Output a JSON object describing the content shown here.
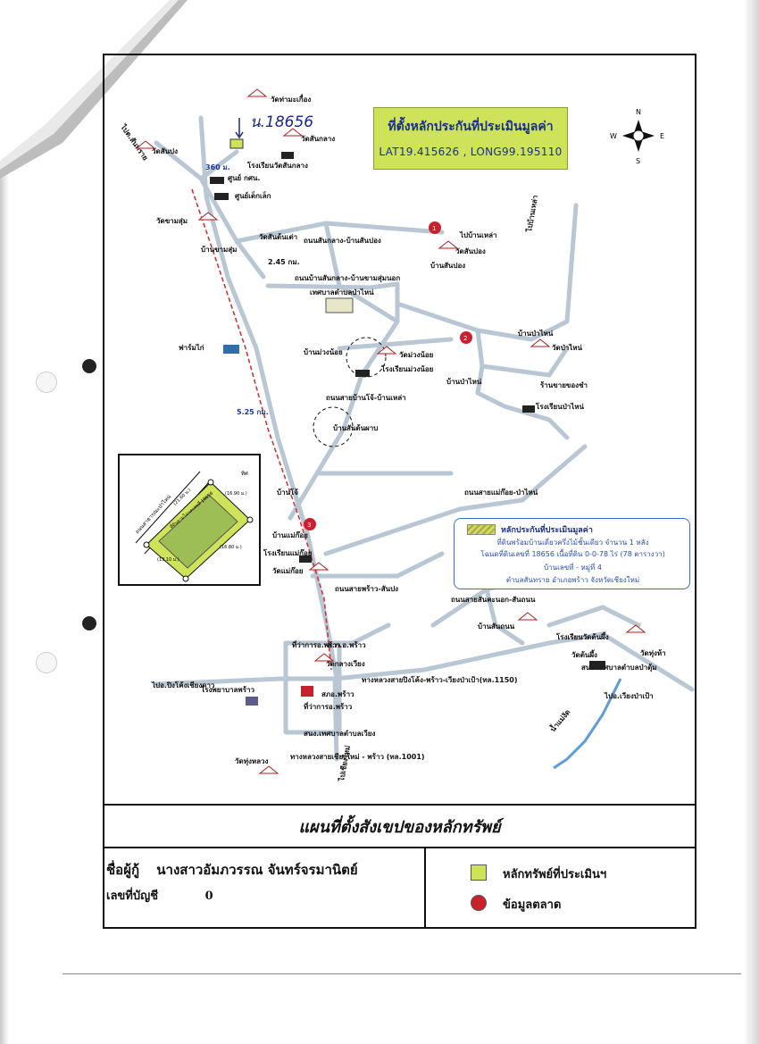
{
  "title_box": {
    "heading": "ที่ตั้งหลักประกันที่ประเมินมูลค่า",
    "coords": "LAT19.415626   , LONG99.195110"
  },
  "compass": {
    "n": "N",
    "s": "S",
    "e": "E",
    "w": "W"
  },
  "handwritten_label": "น.18656",
  "map_labels": {
    "wat_thamaueng": "วัดท่ามะเกื๋อง",
    "wat_sankang": "วัดสันกลาง",
    "rongrian_sankang": "โรงเรียนวัดสันกลาง",
    "wat_sanpong": "วัดสันปง",
    "to_sanpong": "ไปต.สันทราย",
    "dist_360": "360 ม.",
    "kms_center": "ศูนย์ กศน.",
    "child_center": "ศูนย์เด็กเล็ก",
    "wat_khamsum": "วัดขามสุ่ม",
    "ban_khamsum": "บ้านขามสุ่ม",
    "wat_santontao": "วัดสันต้นเต่า",
    "dist_245": "2.45 กม.",
    "road_sankang_sanpong": "ถนนสันกลาง-บ้านสันปอง",
    "to_banlao": "ไปบ้านเหล่า",
    "wat_sanpong2": "วัดสันปอง",
    "ban_sanpong": "บ้านสันปอง",
    "road_sankang_khamsum": "ถนนบ้านสันกลาง-บ้านขามสุ่มนอก",
    "to_banpapao": "ไปบ้านเหล่า",
    "tessaban": "เทศบาลตำบลป่าไหน่",
    "ban_papai": "บ้านป่าไหน่",
    "wat_papai": "วัดป่าไหน่",
    "farm": "ฟาร์มไก่",
    "ban_muangnoi": "บ้านม่วงน้อย",
    "wat_muangnoi": "วัดม่วงน้อย",
    "rongrian_muangnoi": "โรงเรียนม่วงน้อย",
    "ban_papai2": "บ้านป่าไหน่",
    "shop": "ร้านขายของชำ",
    "rongrian_papai": "โรงเรียนป่าไหน่",
    "road_banhoi_banlao": "ถนนสายบ้านโจ้-บ้านเหล่า",
    "dist_525": "5.25 กม.",
    "ban_santonpao": "บ้านสันต้นผาบ",
    "road_maekoi_papai": "ถนนสายแม่ก๊อย-ป่าไหน่",
    "ban_jo": "บ้านโจ้",
    "ban_maekoi": "บ้านแม่ก๊อย",
    "rongrian_maekoi": "โรงเรียนแม่ก๊อย",
    "wat_maekoi": "วัดแม่ก๊อย",
    "road_phrao_sanpong": "ถนนสายพร้าว-สันปง",
    "road_sankhanok": "ถนนสายสันคะนอก-สันถนน",
    "ban_santhanon": "บ้านสันถนน",
    "rongrian_wattonphung": "โรงเรียนวัดต้นผึ้ง",
    "wat_tonphung": "วัดต้นผึ้ง",
    "wat_thungha": "วัดทุ่งห้า",
    "tessaban_phungmak": "สนง.เทศบาลตำบลป่าตุ้ม",
    "amphoe_phrao": "ที่ว่าการอ.พร้าว",
    "sto_phrao": "ส.ภ.อ.พร้าว",
    "wat_klangwiang": "วัดกลางเวียง",
    "po_phrao": "สภอ.พร้าว",
    "hospital": "โรงพยาบาลพร้าว",
    "sto_phrao2": "ที่ว่าการอ.พร้าว",
    "tessaban_wiang": "สนง.เทศบาลตำบลเวียง",
    "to_chiangdao": "ไปอ.ปิงโค้งเชียงดาว",
    "highway_1150": "ทางหลวงสายปิงโค้ง-พร้าว-เวียงป่าเป้า(ทล.1150)",
    "to_wiangpapao": "ไปอ.เวียงป่าเป้า",
    "highway_1001": "ทางหลวงสายเชียงใหม่ - พร้าว (ทล.1001)",
    "wat_thunghluang": "วัดทุ่งหลวง",
    "to_chiangmai": "ไปเชียงใหม่",
    "river": "น้ำแม่งัด"
  },
  "inset": {
    "road_label": "ถนนสาธารณะป่าไหน่",
    "lot_label": "ที่ดินตามโฉนดเลขที่ 18656",
    "n_label": "ทิศ",
    "dims": [
      "(21.60 ม.)",
      "(16.90 ม.)",
      "(19.10 ม.)",
      "(16.80 ม.)"
    ]
  },
  "legend_box": {
    "heading": "หลักประกันที่ประเมินมูลค่า",
    "line1": "ที่ดินพร้อมบ้านเดี่ยวครึ่งไม้ชั้นเดียว จำนวน 1 หลัง",
    "line2": "โฉนดที่ดินเลขที่ 18656 เนื้อที่ดิน 0-0-78 ไร่ (78 ตารางวา)",
    "line3": "บ้านเลขที่ - หมู่ที่ 4",
    "line4": "ตำบลสันทราย อำเภอพร้าว จังหวัดเชียงใหม่"
  },
  "caption": "แผนที่ตั้งสังเขปของหลักทรัพย์",
  "owner": {
    "label": "ชื่อผู้กู้",
    "name": "นางสาวอัมภวรรณ จันทร์จรมานิตย์"
  },
  "account": {
    "label": "เลขที่บัญชี",
    "value": "0"
  },
  "legend": {
    "asset_label": "หลักทรัพย์ที่ประเมินฯ",
    "market_label": "ข้อมูลตลาด",
    "asset_color": "#cfe35a",
    "market_color": "#c8202c"
  },
  "markers": [
    "1",
    "2",
    "3"
  ]
}
